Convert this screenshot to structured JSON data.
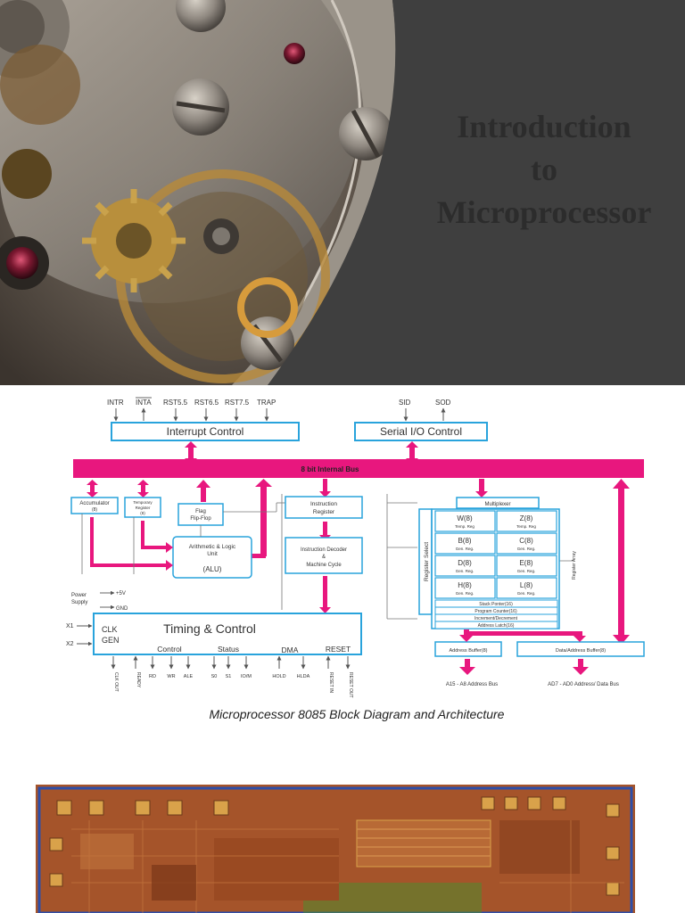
{
  "slide": {
    "title_lines": [
      "Introduction",
      "to",
      "Microprocessor"
    ]
  },
  "diagram": {
    "caption": "Microprocessor 8085 Block Diagram and Architecture",
    "top_pins": {
      "intr": "INTR",
      "inta": "INTA",
      "rst55": "RST5.5",
      "rst65": "RST6.5",
      "rst75": "RST7.5",
      "trap": "TRAP",
      "sid": "SID",
      "sod": "SOD"
    },
    "blocks": {
      "interrupt_control": "Interrupt Control",
      "serial_io_control": "Serial I/O Control",
      "internal_bus": "8 bit Internal Bus",
      "accumulator": "Accumulator",
      "accumulator_size": "(8)",
      "temp_register_line1": "Temporary",
      "temp_register_line2": "Register",
      "temp_register_size": "(8)",
      "flag_line1": "Flag",
      "flag_line2": "Flip-Flop",
      "alu_line1": "Arithmetic & Logic",
      "alu_line2": "Unit",
      "alu_line3": "(ALU)",
      "instruction_register_line1": "Instruction",
      "instruction_register_line2": "Register",
      "decoder_line1": "Instruction Decoder",
      "decoder_line2": "&",
      "decoder_line3": "Machine Cycle",
      "multiplexer": "Multiplexer",
      "register_select": "Register Select",
      "register_array": "Register Array",
      "timing_control": "Timing & Control",
      "clk": "CLK",
      "gen": "GEN",
      "control": "Control",
      "status": "Status",
      "dma": "DMA",
      "reset": "RESET",
      "address_buffer": "Address Buffer(8)",
      "data_address_buffer": "Data/Address Buffer(8)",
      "address_bus": "A15 - A8 Address Bus",
      "data_bus": "AD7 - AD0 Address/ Data Bus",
      "power_line1": "Power",
      "power_line2": "Supply",
      "plus5v": "+5V",
      "gnd": "GND",
      "x1": "X1",
      "x2": "X2"
    },
    "registers": [
      {
        "name": "W(8)",
        "sub": "Temp. Reg"
      },
      {
        "name": "Z(8)",
        "sub": "Temp. Reg"
      },
      {
        "name": "B(8)",
        "sub": "Gen. Reg."
      },
      {
        "name": "C(8)",
        "sub": "Gen. Reg."
      },
      {
        "name": "D(8)",
        "sub": "Gen. Reg."
      },
      {
        "name": "E(8)",
        "sub": "Gen. Reg."
      },
      {
        "name": "H(8)",
        "sub": "Gen. Reg."
      },
      {
        "name": "L(8)",
        "sub": "Gen. Reg."
      }
    ],
    "register_rows": [
      "Stack Ponter(16)",
      "Program Counter(16)",
      "Increment/Decrement",
      "Address Latch(16)"
    ],
    "bottom_pins": [
      "CLK OUT",
      "READY",
      "RD",
      "WR",
      "ALE",
      "S0",
      "S1",
      "IO/M",
      "HOLD",
      "HLDA",
      "RESET IN",
      "RESET OUT"
    ],
    "colors": {
      "bus": "#e8177e",
      "box": "#29a3dc"
    }
  },
  "die_photo": {
    "colors": {
      "base": "#a5542a",
      "gold": "#d9a24a",
      "blue": "#2e4ea8",
      "green": "#4f8a2e"
    }
  }
}
